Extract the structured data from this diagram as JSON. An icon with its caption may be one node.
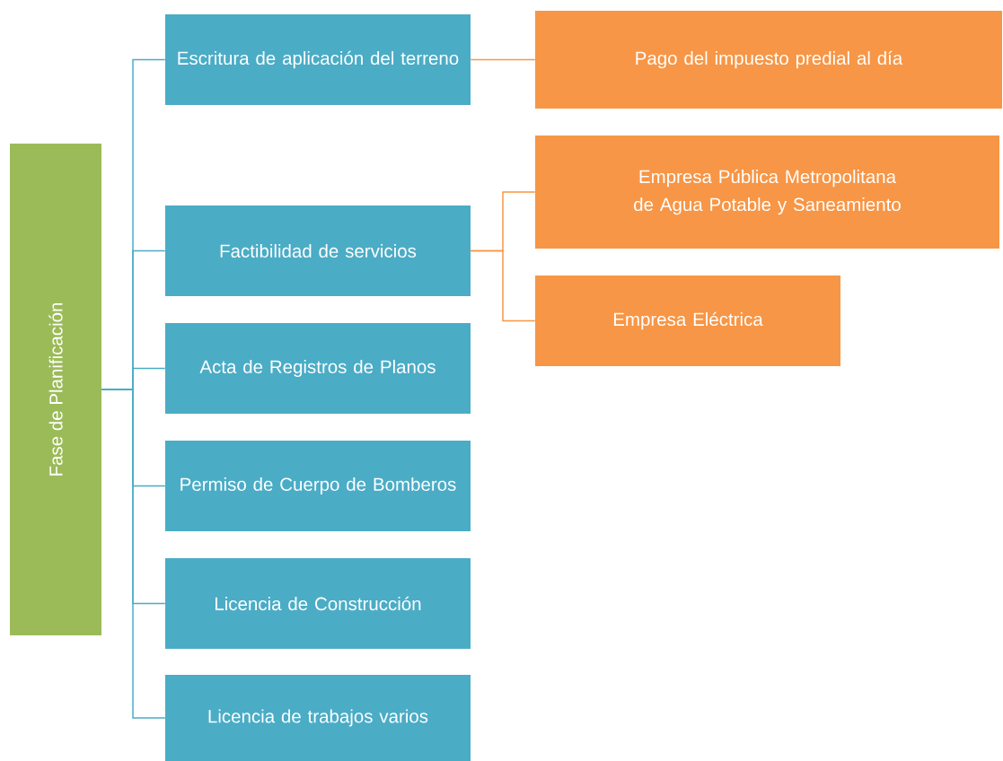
{
  "diagram": {
    "nodes": [
      {
        "text": [
          "Fase de Planificación"
        ]
      },
      {
        "text": [
          "Escritura de aplicación del terreno"
        ]
      },
      {
        "text": [
          "Factibilidad de servicios"
        ]
      },
      {
        "text": [
          "Acta de Registros de Planos"
        ]
      },
      {
        "text": [
          "Permiso de Cuerpo de Bomberos"
        ]
      },
      {
        "text": [
          "Licencia de Construcción"
        ]
      },
      {
        "text": [
          "Licencia de trabajos varios"
        ]
      },
      {
        "text": [
          "Pago del impuesto predial al día"
        ]
      },
      {
        "text": [
          "Empresa Pública Metropolitana de Agua Potable y Saneamiento"
        ]
      },
      {
        "text": [
          "Empresa Eléctrica"
        ]
      }
    ],
    "edges": [
      {
        "from": 0,
        "to": 1,
        "arrow": "none"
      },
      {
        "from": 0,
        "to": 2,
        "arrow": "none"
      },
      {
        "from": 0,
        "to": 3,
        "arrow": "none"
      },
      {
        "from": 0,
        "to": 4,
        "arrow": "none"
      },
      {
        "from": 0,
        "to": 5,
        "arrow": "none"
      },
      {
        "from": 0,
        "to": 6,
        "arrow": "none"
      },
      {
        "from": 1,
        "to": 7,
        "arrow": "none",
        "color": "#f79646"
      },
      {
        "from": 2,
        "to": 8,
        "arrow": "none",
        "color": "#f79646"
      },
      {
        "from": 2,
        "to": 9,
        "arrow": "none",
        "color": "#f79646"
      }
    ]
  }
}
